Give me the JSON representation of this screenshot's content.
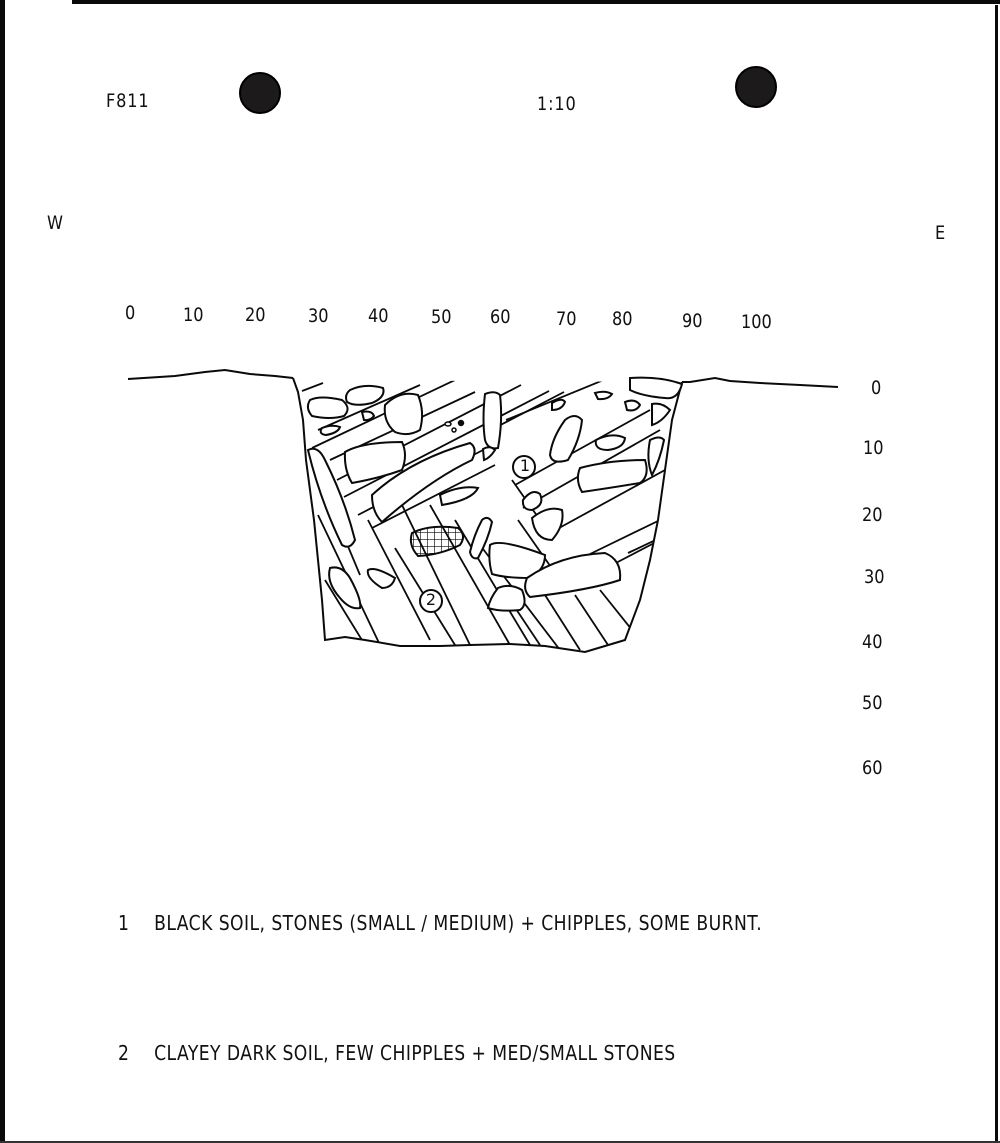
{
  "header": {
    "feature_id": "F811",
    "scale": "1:10"
  },
  "orientation": {
    "west": "W",
    "east": "E"
  },
  "horizontal_scale": {
    "unit": "cm",
    "ticks": [
      "0",
      "10",
      "20",
      "30",
      "40",
      "50",
      "60",
      "70",
      "80",
      "90",
      "100"
    ]
  },
  "vertical_scale": {
    "unit": "cm",
    "ticks": [
      "0",
      "10",
      "20",
      "30",
      "40",
      "50",
      "60"
    ]
  },
  "section": {
    "layer_markers": [
      {
        "id": "1",
        "label": "1"
      },
      {
        "id": "2",
        "label": "2"
      }
    ]
  },
  "legend": [
    {
      "number": "1",
      "description": "BLACK SOIL, STONES (SMALL / MEDIUM) + CHIPPLES, SOME BURNT."
    },
    {
      "number": "2",
      "description": "CLAYEY DARK SOIL, FEW CHIPPLES + MED/SMALL STONES"
    }
  ],
  "colors": {
    "ink": "#0a0a0a",
    "paper": "#ffffff",
    "punch_hole": "#1d1a1b"
  }
}
